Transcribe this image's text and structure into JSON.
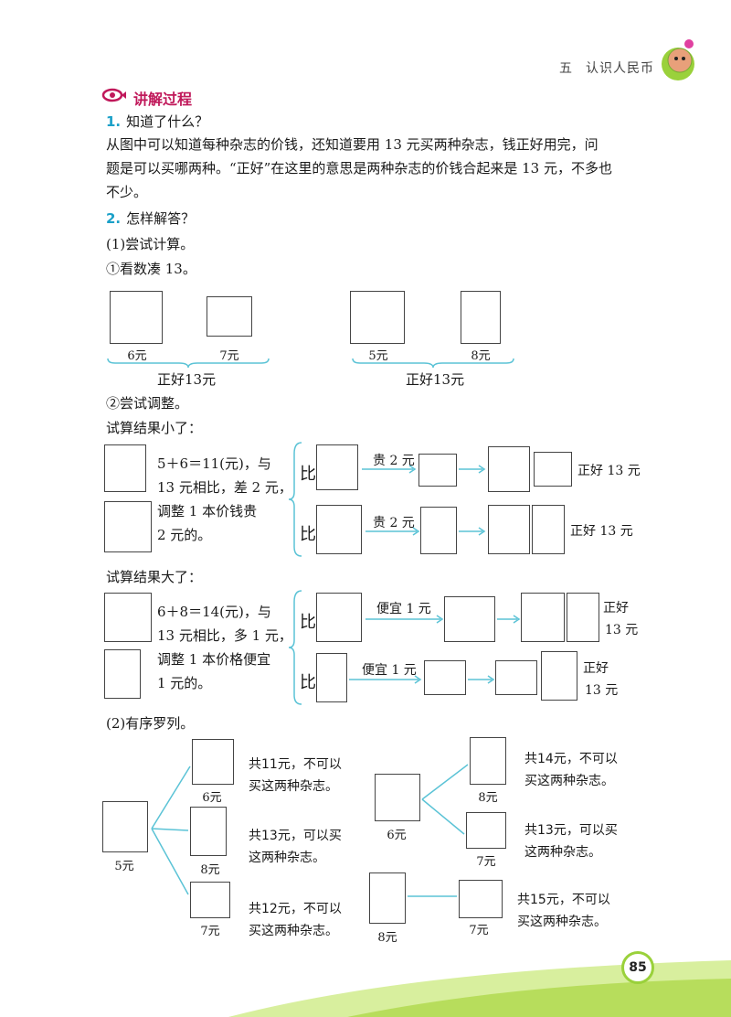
{
  "header": {
    "unit_no": "五",
    "unit_title": "认识人民币"
  },
  "section_title": "讲解过程",
  "step1": {
    "num": "1.",
    "title": "知道了什么？"
  },
  "step1_para": [
    "从图中可以知道每种杂志的价钱，还知道要用 13 元买两种杂志，钱正好用完，问",
    "题是可以买哪两种。“正好”在这里的意思是两种杂志的价钱合起来是 13 元，不多也",
    "不少。"
  ],
  "step2": {
    "num": "2.",
    "title": "怎样解答？"
  },
  "sub1": "(1)尝试计算。",
  "sub1a": "①看数凑 13。",
  "pairs": {
    "left": {
      "a": "6元",
      "b": "7元",
      "total": "正好13元"
    },
    "right": {
      "a": "5元",
      "b": "8元",
      "total": "正好13元"
    }
  },
  "sub1b": "②尝试调整。",
  "small_head": "试算结果小了：",
  "small_text": [
    "5＋6＝11(元)，与",
    "13 元相比，差 2 元，",
    "调整 1 本价钱贵",
    "2 元的。"
  ],
  "small_rows": [
    {
      "bi": "比",
      "arrow": "贵 2 元",
      "result": "正好 13 元"
    },
    {
      "bi": "比",
      "arrow": "贵 2 元",
      "result": "正好 13 元"
    }
  ],
  "big_head": "试算结果大了：",
  "big_text": [
    "6＋8＝14(元)，与",
    "13 元相比，多 1 元，",
    "调整 1 本价格便宜",
    "1 元的。"
  ],
  "big_rows": [
    {
      "bi": "比",
      "arrow": "便宜 1 元",
      "result1": "正好",
      "result2": "13 元"
    },
    {
      "bi": "比",
      "arrow": "便宜 1 元",
      "result1": "正好",
      "result2": "13 元"
    }
  ],
  "sub2": "(2)有序罗列。",
  "tree_left": {
    "root": "5元",
    "branches": [
      {
        "price": "6元",
        "note1": "共11元，不可以",
        "note2": "买这两种杂志。"
      },
      {
        "price": "8元",
        "note1": "共13元，可以买",
        "note2": "这两种杂志。"
      },
      {
        "price": "7元",
        "note1": "共12元，不可以",
        "note2": "买这两种杂志。"
      }
    ]
  },
  "tree_right": {
    "root": "6元",
    "branches": [
      {
        "price": "8元",
        "note1": "共14元，不可以",
        "note2": "买这两种杂志。"
      },
      {
        "price": "7元",
        "note1": "共13元，可以买",
        "note2": "这两种杂志。"
      }
    ],
    "single": {
      "root": "8元",
      "price": "7元",
      "note1": "共15元，不可以",
      "note2": "买这两种杂志。"
    }
  },
  "page_number": "85",
  "colors": {
    "accent": "#c0185a",
    "step": "#1aa0c8",
    "line": "#5bc3d6",
    "green": "#9ad13b"
  }
}
